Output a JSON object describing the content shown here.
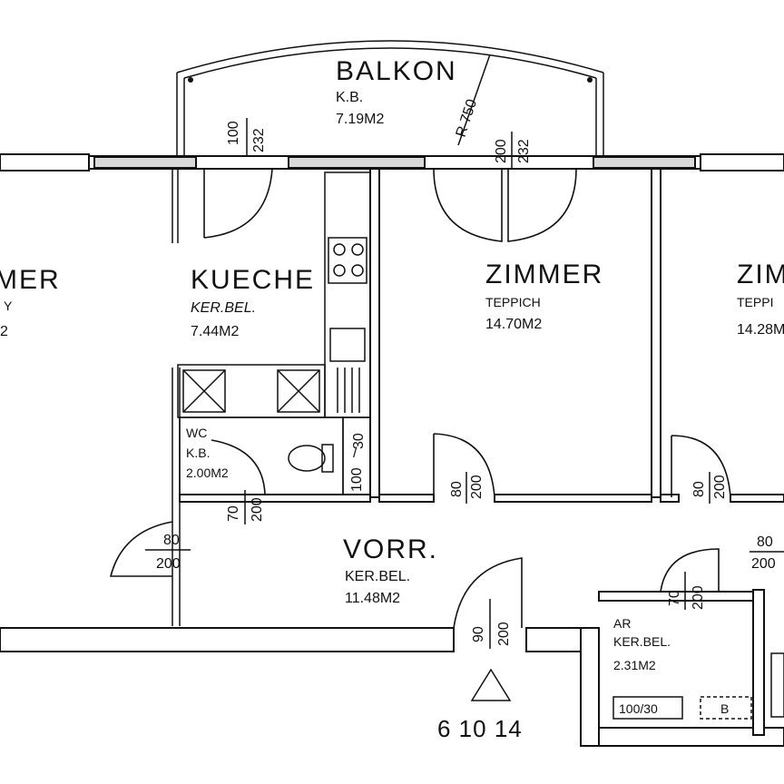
{
  "rooms": {
    "balkon": {
      "name": "BALKON",
      "floor": "K.B.",
      "area": "7.19M2",
      "radius": "R 750"
    },
    "kueche": {
      "name": "KUECHE",
      "floor": "KER.BEL.",
      "area": "7.44M2"
    },
    "zimmer1": {
      "name": "ZIMMER",
      "floor": "TEPPICH",
      "area": "14.70M2"
    },
    "zimmer2": {
      "name": "ZIMM",
      "floor": "TEPPI",
      "area": "14.28M"
    },
    "left_room": {
      "name": "MER",
      "floor": "Y",
      "area": "2"
    },
    "wc": {
      "name": "WC",
      "floor": "K.B.",
      "area": "2.00M2"
    },
    "vorr": {
      "name": "VORR.",
      "floor": "KER.BEL.",
      "area": "11.48M2"
    },
    "ar": {
      "name": "AR",
      "floor": "KER.BEL.",
      "area": "2.31M2"
    }
  },
  "doors": {
    "balkon_left_top": "100",
    "balkon_left_bottom": "232",
    "balkon_right_top": "200",
    "balkon_right_bottom": "232",
    "wc_top": "70",
    "wc_bottom": "200",
    "vorr_left_top": "80",
    "vorr_left_bottom": "200",
    "zimmer1_top": "80",
    "zimmer1_bottom": "200",
    "zimmer2_top": "80",
    "zimmer2_bottom": "200",
    "entry_top": "90",
    "entry_bottom": "200",
    "ar_top": "70",
    "ar_bottom": "200",
    "right_top": "80",
    "right_bottom": "200",
    "kitchen_window_top": "100",
    "kitchen_window_bottom": "30",
    "ar_window": "100/30",
    "ar_box": "B"
  },
  "entrance": {
    "label": "6 10 14"
  }
}
